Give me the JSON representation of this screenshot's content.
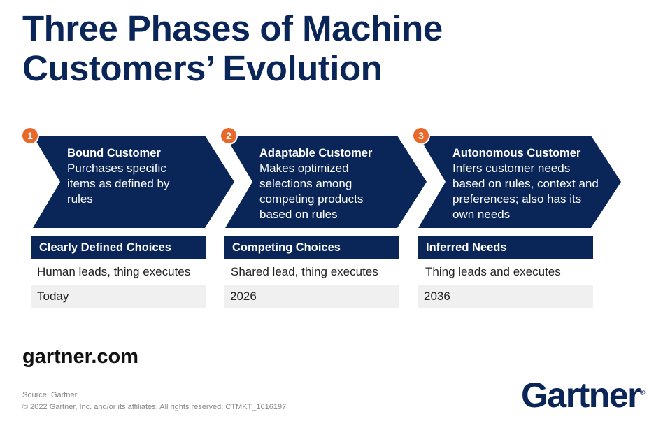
{
  "title_line1": "Three Phases of Machine",
  "title_line2": "Customers’ Evolution",
  "phases": [
    {
      "number": "1",
      "name": "Bound Customer",
      "description": "Purchases specific items as defined by rules",
      "choice": "Clearly Defined Choices",
      "lead": "Human leads, thing executes",
      "timeframe": "Today"
    },
    {
      "number": "2",
      "name": "Adaptable Customer",
      "description": "Makes optimized selections among competing products based on rules",
      "choice": "Competing Choices",
      "lead": "Shared lead, thing executes",
      "timeframe": "2026"
    },
    {
      "number": "3",
      "name": "Autonomous Customer",
      "description": "Infers customer needs based on rules, context and preferences; also has its own needs",
      "choice": "Inferred Needs",
      "lead": "Thing leads and executes",
      "timeframe": "2036"
    }
  ],
  "website": "gartner.com",
  "source": "Source: Gartner",
  "copyright": "© 2022 Gartner, Inc. and/or its affiliates. All rights reserved. CTMKT_1616197",
  "logo": "Gartner",
  "colors": {
    "navy": "#0a2557",
    "orange": "#e8692c",
    "gray": "#f0f0f0"
  }
}
